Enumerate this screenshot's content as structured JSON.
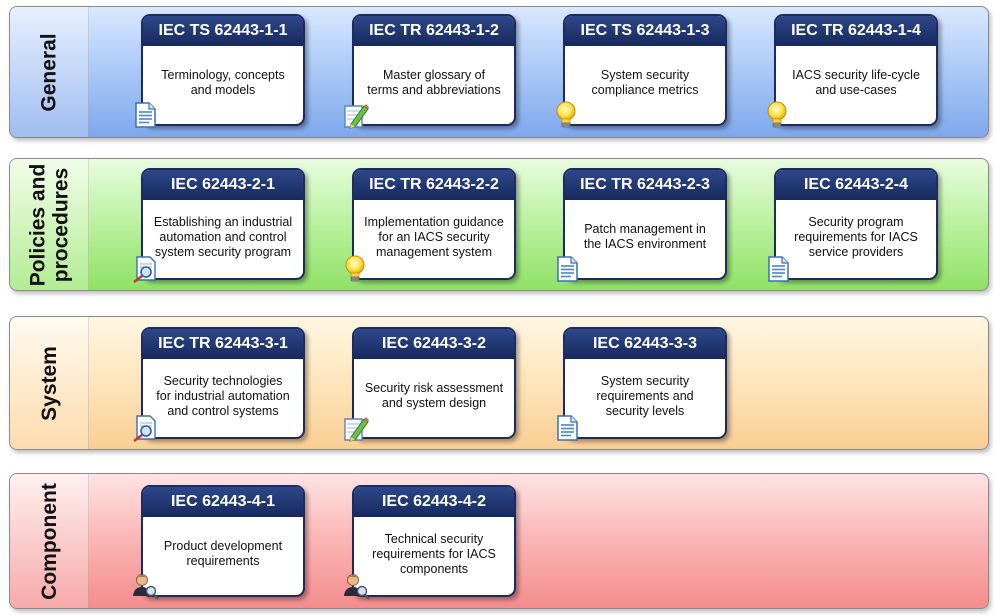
{
  "bands": [
    {
      "label": "General",
      "cards": [
        {
          "code": "IEC TS 62443-1-1",
          "title": "Terminology, concepts\nand models",
          "icon": "document-icon"
        },
        {
          "code": "IEC TR 62443-1-2",
          "title": "Master glossary of\nterms and abbreviations",
          "icon": "pencil-note-icon"
        },
        {
          "code": "IEC TS 62443-1-3",
          "title": "System security\ncompliance metrics",
          "icon": "lightbulb-icon"
        },
        {
          "code": "IEC TR 62443-1-4",
          "title": "IACS security life-cycle\nand use-cases",
          "icon": "lightbulb-icon"
        }
      ]
    },
    {
      "label": "Policies and\nprocedures",
      "cards": [
        {
          "code": "IEC 62443-2-1",
          "title": "Establishing an industrial\nautomation and control\nsystem security program",
          "icon": "inspect-document-icon"
        },
        {
          "code": "IEC TR 62443-2-2",
          "title": "Implementation guidance\nfor an IACS security\nmanagement system",
          "icon": "lightbulb-icon"
        },
        {
          "code": "IEC TR 62443-2-3",
          "title": "Patch management in\nthe IACS environment",
          "icon": "document-icon"
        },
        {
          "code": "IEC 62443-2-4",
          "title": "Security program\nrequirements for IACS\nservice providers",
          "icon": "document-icon"
        }
      ]
    },
    {
      "label": "System",
      "cards": [
        {
          "code": "IEC TR 62443-3-1",
          "title": "Security technologies\nfor industrial automation\nand control systems",
          "icon": "inspect-document-icon"
        },
        {
          "code": "IEC 62443-3-2",
          "title": "Security risk assessment\nand system design",
          "icon": "pencil-note-icon"
        },
        {
          "code": "IEC 62443-3-3",
          "title": "System security\nrequirements and\nsecurity levels",
          "icon": "document-icon"
        }
      ]
    },
    {
      "label": "Component",
      "cards": [
        {
          "code": "IEC 62443-4-1",
          "title": "Product development\nrequirements",
          "icon": "user-search-icon"
        },
        {
          "code": "IEC 62443-4-2",
          "title": "Technical security\nrequirements for IACS\ncomponents",
          "icon": "user-search-icon"
        }
      ]
    }
  ]
}
